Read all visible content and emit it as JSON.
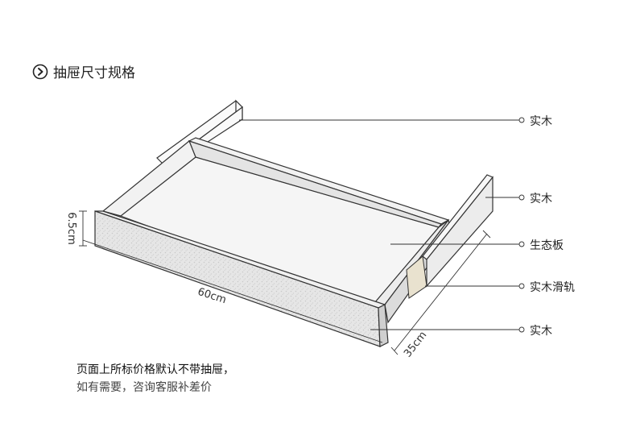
{
  "title": "抽屉尺寸规格",
  "callouts": [
    "实木",
    "实木",
    "生态板",
    "实木滑轨",
    "实木"
  ],
  "dimensions": {
    "height": "6.5cm",
    "length": "60cm",
    "depth": "35cm"
  },
  "note": {
    "line1": "页面上所标价格默认不带抽屉，",
    "line2": "如有需要，咨询客服补差价"
  },
  "icons": {
    "title_icon": "chevron-right-circle-icon"
  },
  "colors": {
    "line": "#333333",
    "panel": "#e8e8e8",
    "board": "#f4f4f4"
  }
}
